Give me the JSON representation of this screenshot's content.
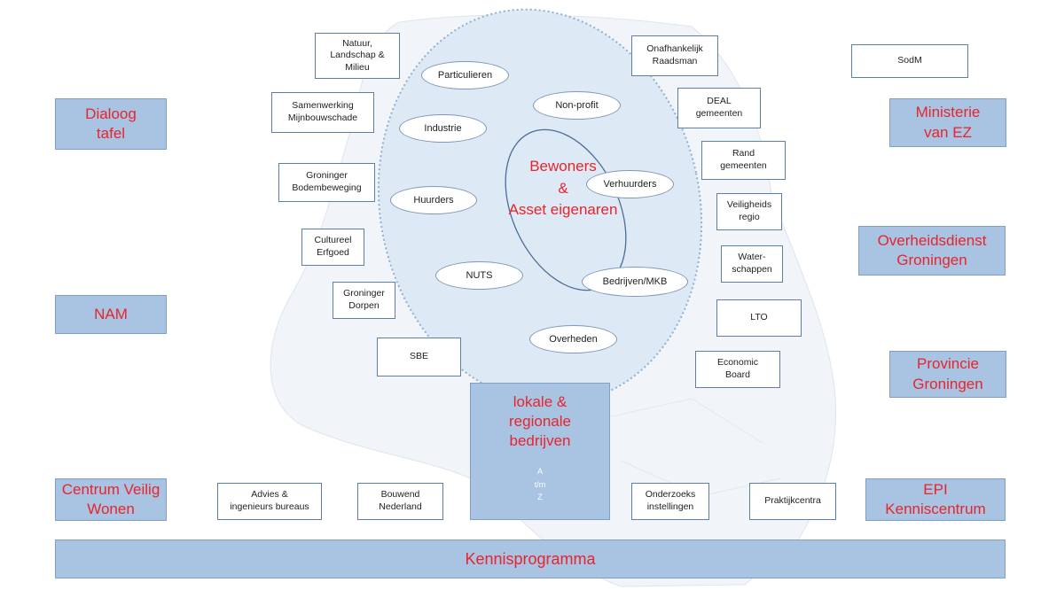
{
  "left_column": [
    {
      "id": "dialoog",
      "label": "Dialoog\ntafel"
    },
    {
      "id": "nam",
      "label": "NAM"
    },
    {
      "id": "centrum",
      "label": "Centrum Veilig\nWonen"
    }
  ],
  "right_column": [
    {
      "id": "sodm",
      "label": "SodM"
    },
    {
      "id": "ministerie",
      "label": "Ministerie\nvan EZ"
    },
    {
      "id": "overheidsdienst",
      "label": "Overheidsdienst\nGroningen"
    },
    {
      "id": "provincie",
      "label": "Provincie\nGroningen"
    },
    {
      "id": "epi",
      "label": "EPI\nKenniscentrum"
    }
  ],
  "left_stakeholders": [
    {
      "id": "natuur",
      "label": "Natuur,\nLandschap &\nMilieu"
    },
    {
      "id": "samenwerking",
      "label": "Samenwerking\nMijnbouwschade"
    },
    {
      "id": "bodembeweging",
      "label": "Groninger\nBodembeweging"
    },
    {
      "id": "erfgoed",
      "label": "Cultureel\nErfgoed"
    },
    {
      "id": "dorpen",
      "label": "Groninger\nDorpen"
    },
    {
      "id": "sbe",
      "label": "SBE"
    }
  ],
  "right_stakeholders": [
    {
      "id": "raadsman",
      "label": "Onafhankelijk\nRaadsman"
    },
    {
      "id": "deal",
      "label": "DEAL\ngemeenten"
    },
    {
      "id": "rand",
      "label": "Rand\ngemeenten"
    },
    {
      "id": "veiligheidsregio",
      "label": "Veiligheids\nregio"
    },
    {
      "id": "waterschappen",
      "label": "Water-\nschappen"
    },
    {
      "id": "lto",
      "label": "LTO"
    },
    {
      "id": "economic",
      "label": "Economic\nBoard"
    }
  ],
  "center": {
    "main_label": "Bewoners\n&\nAsset eigenaren",
    "groups": [
      {
        "id": "particulieren",
        "label": "Particulieren"
      },
      {
        "id": "nonprofit",
        "label": "Non-profit"
      },
      {
        "id": "industrie",
        "label": "Industrie"
      },
      {
        "id": "verhuurders",
        "label": "Verhuurders"
      },
      {
        "id": "huurders",
        "label": "Huurders"
      },
      {
        "id": "nuts",
        "label": "NUTS"
      },
      {
        "id": "bedrijven",
        "label": "Bedrijven/MKB"
      },
      {
        "id": "overheden",
        "label": "Overheden"
      }
    ]
  },
  "lokale": {
    "label": "lokale &\nregionale\nbedrijven",
    "range": "A\nt/m\nZ"
  },
  "bottom_row": [
    {
      "id": "advies",
      "label": "Advies &\ningenieurs bureaus"
    },
    {
      "id": "bouwend",
      "label": "Bouwend\nNederland"
    },
    {
      "id": "onderzoek",
      "label": "Onderzoeks\ninstellingen"
    },
    {
      "id": "praktijk",
      "label": "Praktijkcentra"
    }
  ],
  "footer": {
    "label": "Kennisprogramma"
  },
  "colors": {
    "box_fill": "#a8c4e2",
    "accent_text": "#e8242c",
    "ellipse_fill": "#d9e6f3"
  }
}
